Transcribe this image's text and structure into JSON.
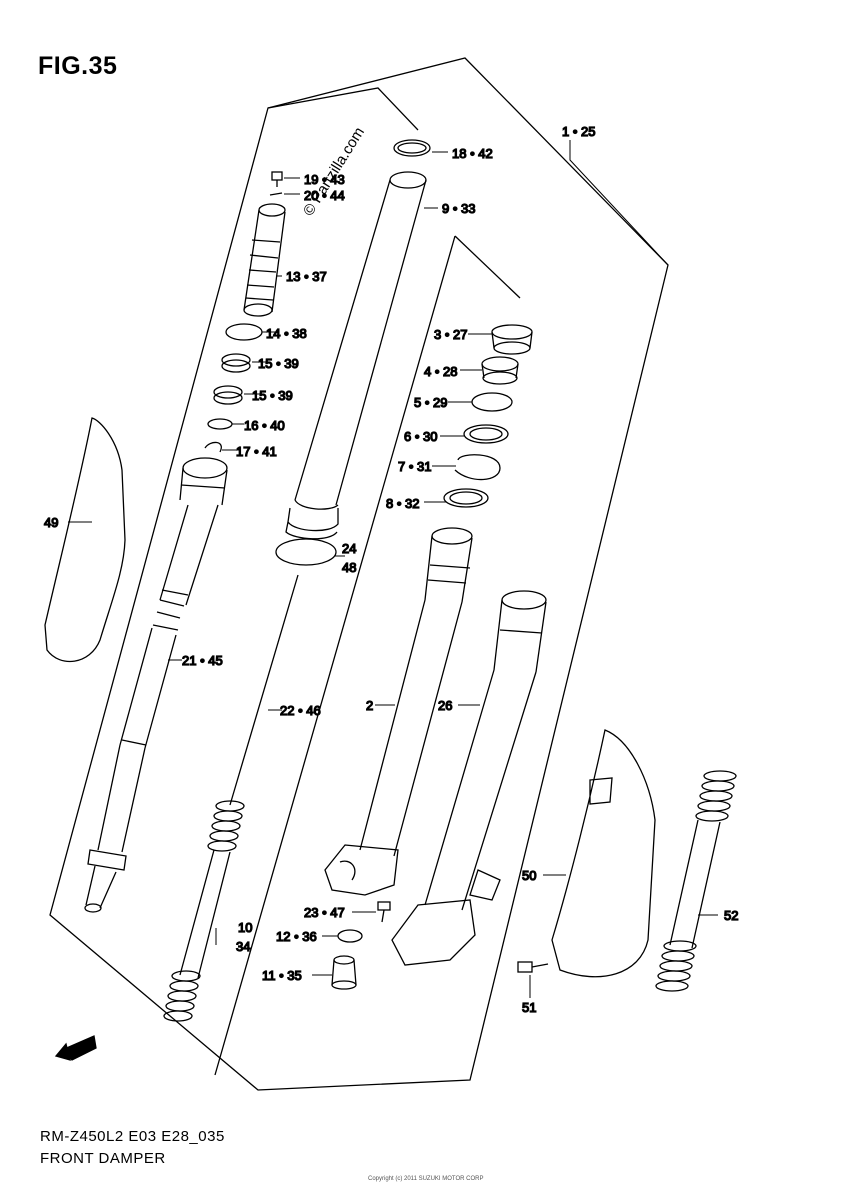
{
  "figure": {
    "title": "FIG.35",
    "model_code": "RM-Z450L2 E03 E28_035",
    "name": "FRONT DAMPER",
    "watermark": "© Partzilla.com",
    "copyright": "Copyright (c) 2011 SUZUKI MOTOR CORP"
  },
  "callouts": {
    "c1_25": "1 • 25",
    "c18_42": "18 • 42",
    "c19_43": "19 • 43",
    "c20_44": "20 • 44",
    "c9_33": "9 • 33",
    "c13_37": "13 • 37",
    "c3_27": "3 • 27",
    "c14_38": "14 • 38",
    "c4_28": "4 • 28",
    "c15_39a": "15 • 39",
    "c15_39b": "15 • 39",
    "c5_29": "5 • 29",
    "c16_40": "16 • 40",
    "c6_30": "6 • 30",
    "c17_41": "17 • 41",
    "c7_31": "7 • 31",
    "c8_32": "8 • 32",
    "c49": "49",
    "c24": "24",
    "c48": "48",
    "c21_45": "21 • 45",
    "c22_46": "22 • 46",
    "c2": "2",
    "c26": "26",
    "c50": "50",
    "c52": "52",
    "c23_47": "23 • 47",
    "c10": "10",
    "c34": "34",
    "c12_36": "12 • 36",
    "c11_35": "11 • 35",
    "c51": "51",
    "fwd": "FWD"
  }
}
